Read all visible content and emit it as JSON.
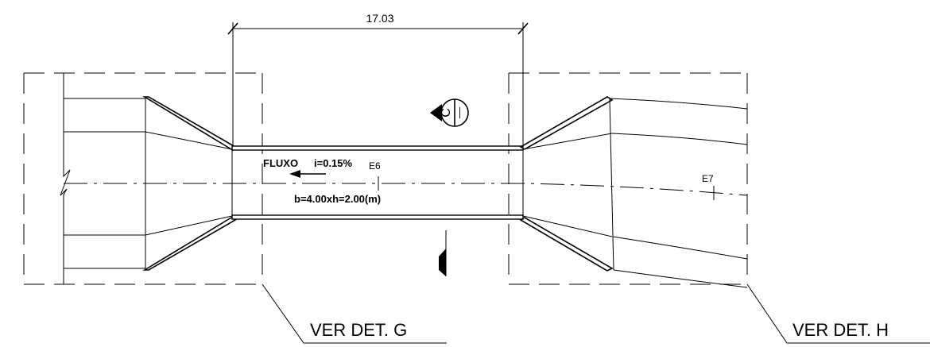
{
  "dimension": {
    "value": "17.03"
  },
  "channel": {
    "flow_label": "FLUXO",
    "slope_label": "i=0.15%",
    "section_label": "b=4.00xh=2.00(m)"
  },
  "stations": {
    "e6": "E6",
    "e7": "E7"
  },
  "section_marker": {
    "letter": "C",
    "bar": "—"
  },
  "details": {
    "left": "VER DET. G",
    "right": "VER DET. H"
  }
}
